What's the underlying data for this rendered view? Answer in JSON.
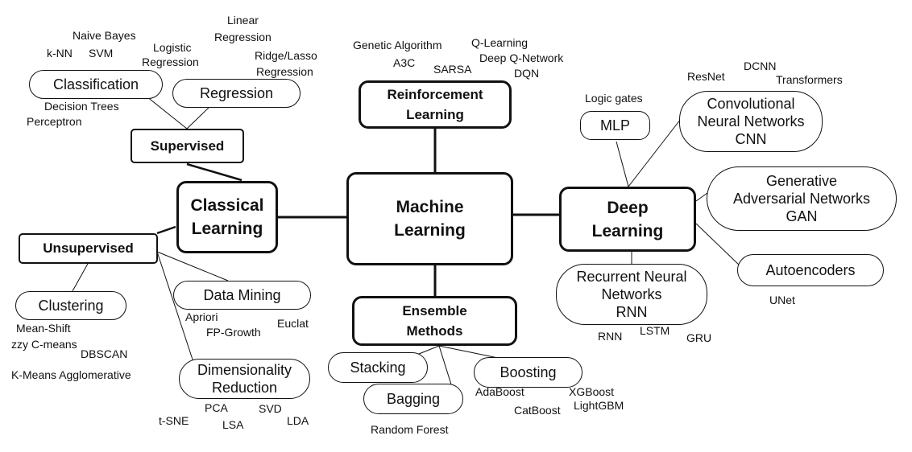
{
  "center": {
    "line1": "Machine",
    "line2": "Learning"
  },
  "main": {
    "classical": {
      "line1": "Classical",
      "line2": "Learning"
    },
    "reinforcement": {
      "line1": "Reinforcement",
      "line2": "Learning"
    },
    "deep": {
      "line1": "Deep",
      "line2": "Learning"
    },
    "ensemble": {
      "line1": "Ensemble",
      "line2": "Methods"
    }
  },
  "supervised": {
    "title": "Supervised",
    "classification": {
      "title": "Classification",
      "items": [
        "k-NN",
        "Naive Bayes",
        "SVM",
        "Decision Trees",
        "Perceptron"
      ]
    },
    "regression": {
      "title": "Regression",
      "items": [
        "Logistic",
        "Regression",
        "Linear",
        "Regression",
        "Ridge/Lasso",
        "Regression"
      ]
    }
  },
  "unsupervised": {
    "title": "Unsupervised",
    "clustering": {
      "title": "Clustering",
      "items": [
        "Mean-Shift",
        "zzy C-means",
        "DBSCAN",
        "K-Means Agglomerative"
      ]
    },
    "data_mining": {
      "title": "Data Mining",
      "items": [
        "Apriori",
        "FP-Growth",
        "Euclat"
      ]
    },
    "dim_reduction": {
      "line1": "Dimensionality",
      "line2": "Reduction",
      "items": [
        "t-SNE",
        "PCA",
        "LSA",
        "SVD",
        "LDA"
      ]
    }
  },
  "reinforcement_items": [
    "Genetic Algorithm",
    "A3C",
    "SARSA",
    "Q-Learning",
    "Deep Q-Network",
    "DQN"
  ],
  "deep_sub": {
    "mlp": {
      "title": "MLP",
      "items": [
        "Logic gates"
      ]
    },
    "cnn": {
      "line1": "Convolutional",
      "line2": "Neural Networks",
      "line3": "CNN",
      "items": [
        "ResNet",
        "DCNN",
        "Transformers"
      ]
    },
    "gan": {
      "line1": "Generative",
      "line2": "Adversarial Networks",
      "line3": "GAN"
    },
    "autoencoders": {
      "title": "Autoencoders",
      "items": [
        "UNet"
      ]
    },
    "rnn": {
      "line1": "Recurrent Neural",
      "line2": "Networks",
      "line3": "RNN",
      "items": [
        "RNN",
        "LSTM",
        "GRU"
      ]
    }
  },
  "ensemble_sub": {
    "stacking": {
      "title": "Stacking"
    },
    "bagging": {
      "title": "Bagging",
      "items": [
        "Random Forest"
      ]
    },
    "boosting": {
      "title": "Boosting",
      "items": [
        "AdaBoost",
        "XGBoost",
        "CatBoost",
        "LightGBM"
      ]
    }
  }
}
